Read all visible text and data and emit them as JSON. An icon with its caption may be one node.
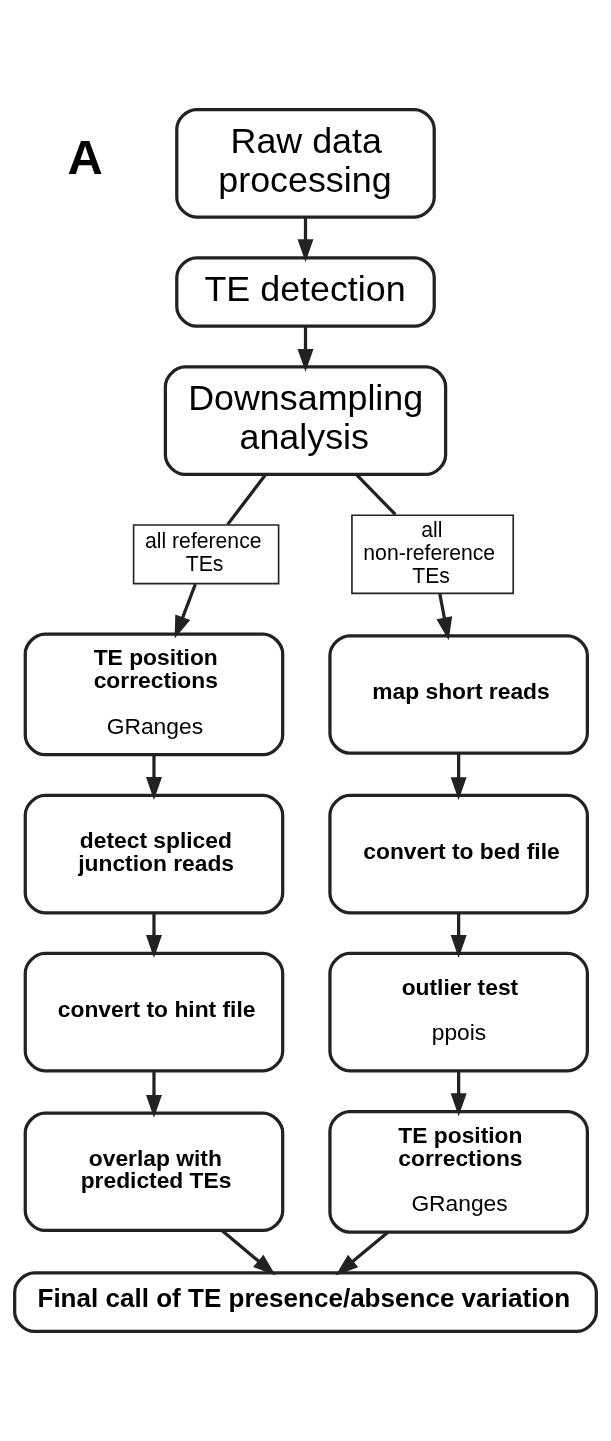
{
  "diagram": {
    "nodes": [
      {
        "text": [
          "Raw data processing"
        ]
      },
      {
        "text": [
          "TE detection"
        ]
      },
      {
        "text": [
          "Downsampling analysis"
        ]
      },
      {
        "text": [
          "all reference TEs"
        ]
      },
      {
        "text": [
          "all non-reference TEs"
        ]
      },
      {
        "text": [
          "TE position corrections",
          "GRanges"
        ]
      },
      {
        "text": [
          "detect spliced junction reads"
        ]
      },
      {
        "text": [
          "convert to hint file"
        ]
      },
      {
        "text": [
          "overlap with predicted TEs"
        ]
      },
      {
        "text": [
          "map short reads"
        ]
      },
      {
        "text": [
          "convert to bed file"
        ]
      },
      {
        "text": [
          "outlier test",
          "ppois"
        ]
      },
      {
        "text": [
          "TE position corrections",
          "GRanges"
        ]
      },
      {
        "text": [
          "Final call of TE presence/absence variation"
        ]
      }
    ],
    "edges": [
      {
        "from": 0,
        "to": 1,
        "arrow": "to"
      },
      {
        "from": 1,
        "to": 2,
        "arrow": "to"
      },
      {
        "from": 2,
        "to": 3,
        "arrow": "none"
      },
      {
        "from": 3,
        "to": 5,
        "arrow": "to"
      },
      {
        "from": 2,
        "to": 4,
        "arrow": "none"
      },
      {
        "from": 4,
        "to": 9,
        "arrow": "to"
      },
      {
        "from": 5,
        "to": 6,
        "arrow": "to"
      },
      {
        "from": 6,
        "to": 7,
        "arrow": "to"
      },
      {
        "from": 7,
        "to": 8,
        "arrow": "to"
      },
      {
        "from": 9,
        "to": 10,
        "arrow": "to"
      },
      {
        "from": 10,
        "to": 11,
        "arrow": "to"
      },
      {
        "from": 11,
        "to": 12,
        "arrow": "to"
      },
      {
        "from": 8,
        "to": 13,
        "arrow": "to"
      },
      {
        "from": 12,
        "to": 13,
        "arrow": "to"
      }
    ],
    "labels": [
      "A"
    ]
  }
}
